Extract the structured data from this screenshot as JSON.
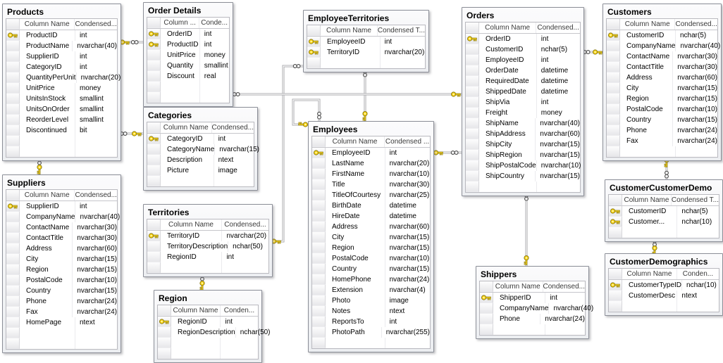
{
  "diagram": {
    "background_color": "#ffffff",
    "wire_color": "#a6a6aa",
    "key_color": "#ffd91c"
  },
  "icons": {
    "primary_key": "key-icon",
    "many_cardinality": "infinity-icon"
  },
  "tables": [
    {
      "title": "Products",
      "header_name": "Column Name",
      "header_type": "Condensed...",
      "rows": [
        {
          "name": "ProductID",
          "type": "int",
          "pk": true
        },
        {
          "name": "ProductName",
          "type": "nvarchar(40)",
          "pk": false
        },
        {
          "name": "SupplierID",
          "type": "int",
          "pk": false
        },
        {
          "name": "CategoryID",
          "type": "int",
          "pk": false
        },
        {
          "name": "QuantityPerUnit",
          "type": "nvarchar(20)",
          "pk": false
        },
        {
          "name": "UnitPrice",
          "type": "money",
          "pk": false
        },
        {
          "name": "UnitsInStock",
          "type": "smallint",
          "pk": false
        },
        {
          "name": "UnitsOnOrder",
          "type": "smallint",
          "pk": false
        },
        {
          "name": "ReorderLevel",
          "type": "smallint",
          "pk": false
        },
        {
          "name": "Discontinued",
          "type": "bit",
          "pk": false
        }
      ]
    },
    {
      "title": "Order Details",
      "header_name": "Column ...",
      "header_type": "Conde...",
      "rows": [
        {
          "name": "OrderID",
          "type": "int",
          "pk": true
        },
        {
          "name": "ProductID",
          "type": "int",
          "pk": true
        },
        {
          "name": "UnitPrice",
          "type": "money",
          "pk": false
        },
        {
          "name": "Quantity",
          "type": "smallint",
          "pk": false
        },
        {
          "name": "Discount",
          "type": "real",
          "pk": false
        }
      ]
    },
    {
      "title": "Categories",
      "header_name": "Column Name",
      "header_type": "Condensed...",
      "rows": [
        {
          "name": "CategoryID",
          "type": "int",
          "pk": true
        },
        {
          "name": "CategoryName",
          "type": "nvarchar(15)",
          "pk": false
        },
        {
          "name": "Description",
          "type": "ntext",
          "pk": false
        },
        {
          "name": "Picture",
          "type": "image",
          "pk": false
        }
      ]
    },
    {
      "title": "Territories",
      "header_name": "Column Name",
      "header_type": "Condensed...",
      "rows": [
        {
          "name": "TerritoryID",
          "type": "nvarchar(20)",
          "pk": true
        },
        {
          "name": "TerritoryDescription",
          "type": "nchar(50)",
          "pk": false
        },
        {
          "name": "RegionID",
          "type": "int",
          "pk": false
        }
      ]
    },
    {
      "title": "Region",
      "header_name": "Column Name",
      "header_type": "Conden...",
      "rows": [
        {
          "name": "RegionID",
          "type": "int",
          "pk": true
        },
        {
          "name": "RegionDescription",
          "type": "nchar(50)",
          "pk": false
        }
      ]
    },
    {
      "title": "Suppliers",
      "header_name": "Column Name",
      "header_type": "Condensed...",
      "rows": [
        {
          "name": "SupplierID",
          "type": "int",
          "pk": true
        },
        {
          "name": "CompanyName",
          "type": "nvarchar(40)",
          "pk": false
        },
        {
          "name": "ContactName",
          "type": "nvarchar(30)",
          "pk": false
        },
        {
          "name": "ContactTitle",
          "type": "nvarchar(30)",
          "pk": false
        },
        {
          "name": "Address",
          "type": "nvarchar(60)",
          "pk": false
        },
        {
          "name": "City",
          "type": "nvarchar(15)",
          "pk": false
        },
        {
          "name": "Region",
          "type": "nvarchar(15)",
          "pk": false
        },
        {
          "name": "PostalCode",
          "type": "nvarchar(10)",
          "pk": false
        },
        {
          "name": "Country",
          "type": "nvarchar(15)",
          "pk": false
        },
        {
          "name": "Phone",
          "type": "nvarchar(24)",
          "pk": false
        },
        {
          "name": "Fax",
          "type": "nvarchar(24)",
          "pk": false
        },
        {
          "name": "HomePage",
          "type": "ntext",
          "pk": false
        }
      ]
    },
    {
      "title": "EmployeeTerritories",
      "header_name": "Column Name",
      "header_type": "Condensed T...",
      "rows": [
        {
          "name": "EmployeeID",
          "type": "int",
          "pk": true
        },
        {
          "name": "TerritoryID",
          "type": "nvarchar(20)",
          "pk": true
        }
      ]
    },
    {
      "title": "Employees",
      "header_name": "Column Name",
      "header_type": "Condensed ...",
      "rows": [
        {
          "name": "EmployeeID",
          "type": "int",
          "pk": true
        },
        {
          "name": "LastName",
          "type": "nvarchar(20)",
          "pk": false
        },
        {
          "name": "FirstName",
          "type": "nvarchar(10)",
          "pk": false
        },
        {
          "name": "Title",
          "type": "nvarchar(30)",
          "pk": false
        },
        {
          "name": "TitleOfCourtesy",
          "type": "nvarchar(25)",
          "pk": false
        },
        {
          "name": "BirthDate",
          "type": "datetime",
          "pk": false
        },
        {
          "name": "HireDate",
          "type": "datetime",
          "pk": false
        },
        {
          "name": "Address",
          "type": "nvarchar(60)",
          "pk": false
        },
        {
          "name": "City",
          "type": "nvarchar(15)",
          "pk": false
        },
        {
          "name": "Region",
          "type": "nvarchar(15)",
          "pk": false
        },
        {
          "name": "PostalCode",
          "type": "nvarchar(10)",
          "pk": false
        },
        {
          "name": "Country",
          "type": "nvarchar(15)",
          "pk": false
        },
        {
          "name": "HomePhone",
          "type": "nvarchar(24)",
          "pk": false
        },
        {
          "name": "Extension",
          "type": "nvarchar(4)",
          "pk": false
        },
        {
          "name": "Photo",
          "type": "image",
          "pk": false
        },
        {
          "name": "Notes",
          "type": "ntext",
          "pk": false
        },
        {
          "name": "ReportsTo",
          "type": "int",
          "pk": false
        },
        {
          "name": "PhotoPath",
          "type": "nvarchar(255)",
          "pk": false
        }
      ]
    },
    {
      "title": "Orders",
      "header_name": "Column Name",
      "header_type": "Condensed...",
      "rows": [
        {
          "name": "OrderID",
          "type": "int",
          "pk": true
        },
        {
          "name": "CustomerID",
          "type": "nchar(5)",
          "pk": false
        },
        {
          "name": "EmployeeID",
          "type": "int",
          "pk": false
        },
        {
          "name": "OrderDate",
          "type": "datetime",
          "pk": false
        },
        {
          "name": "RequiredDate",
          "type": "datetime",
          "pk": false
        },
        {
          "name": "ShippedDate",
          "type": "datetime",
          "pk": false
        },
        {
          "name": "ShipVia",
          "type": "int",
          "pk": false
        },
        {
          "name": "Freight",
          "type": "money",
          "pk": false
        },
        {
          "name": "ShipName",
          "type": "nvarchar(40)",
          "pk": false
        },
        {
          "name": "ShipAddress",
          "type": "nvarchar(60)",
          "pk": false
        },
        {
          "name": "ShipCity",
          "type": "nvarchar(15)",
          "pk": false
        },
        {
          "name": "ShipRegion",
          "type": "nvarchar(15)",
          "pk": false
        },
        {
          "name": "ShipPostalCode",
          "type": "nvarchar(10)",
          "pk": false
        },
        {
          "name": "ShipCountry",
          "type": "nvarchar(15)",
          "pk": false
        }
      ]
    },
    {
      "title": "Shippers",
      "header_name": "Column Name",
      "header_type": "Condensed...",
      "rows": [
        {
          "name": "ShipperID",
          "type": "int",
          "pk": true
        },
        {
          "name": "CompanyName",
          "type": "nvarchar(40)",
          "pk": false
        },
        {
          "name": "Phone",
          "type": "nvarchar(24)",
          "pk": false
        }
      ]
    },
    {
      "title": "Customers",
      "header_name": "Column Name",
      "header_type": "Condensed...",
      "rows": [
        {
          "name": "CustomerID",
          "type": "nchar(5)",
          "pk": true
        },
        {
          "name": "CompanyName",
          "type": "nvarchar(40)",
          "pk": false
        },
        {
          "name": "ContactName",
          "type": "nvarchar(30)",
          "pk": false
        },
        {
          "name": "ContactTitle",
          "type": "nvarchar(30)",
          "pk": false
        },
        {
          "name": "Address",
          "type": "nvarchar(60)",
          "pk": false
        },
        {
          "name": "City",
          "type": "nvarchar(15)",
          "pk": false
        },
        {
          "name": "Region",
          "type": "nvarchar(15)",
          "pk": false
        },
        {
          "name": "PostalCode",
          "type": "nvarchar(10)",
          "pk": false
        },
        {
          "name": "Country",
          "type": "nvarchar(15)",
          "pk": false
        },
        {
          "name": "Phone",
          "type": "nvarchar(24)",
          "pk": false
        },
        {
          "name": "Fax",
          "type": "nvarchar(24)",
          "pk": false
        }
      ]
    },
    {
      "title": "CustomerCustomerDemo",
      "header_name": "Column Name",
      "header_type": "Condensed T...",
      "rows": [
        {
          "name": "CustomerID",
          "type": "nchar(5)",
          "pk": true
        },
        {
          "name": "Customer...",
          "type": "nchar(10)",
          "pk": true
        }
      ]
    },
    {
      "title": "CustomerDemographics",
      "header_name": "Column Name",
      "header_type": "Conden...",
      "rows": [
        {
          "name": "CustomerTypeID",
          "type": "nchar(10)",
          "pk": true
        },
        {
          "name": "CustomerDesc",
          "type": "ntext",
          "pk": false
        }
      ]
    }
  ],
  "relations": [
    {
      "many": "Order Details",
      "one": "Products"
    },
    {
      "many": "Products",
      "one": "Categories"
    },
    {
      "many": "Products",
      "one": "Suppliers"
    },
    {
      "many": "EmployeeTerritories",
      "one": "Territories"
    },
    {
      "many": "Territories",
      "one": "Region"
    },
    {
      "many": "EmployeeTerritories",
      "one": "Employees"
    },
    {
      "many": "Employees",
      "one": "Employees"
    },
    {
      "many": "Orders",
      "one": "Employees"
    },
    {
      "many": "Order Details",
      "one": "Orders"
    },
    {
      "many": "Orders",
      "one": "Customers"
    },
    {
      "many": "Orders",
      "one": "Shippers"
    },
    {
      "many": "CustomerCustomerDemo",
      "one": "Customers"
    },
    {
      "many": "CustomerCustomerDemo",
      "one": "CustomerDemographics"
    }
  ]
}
